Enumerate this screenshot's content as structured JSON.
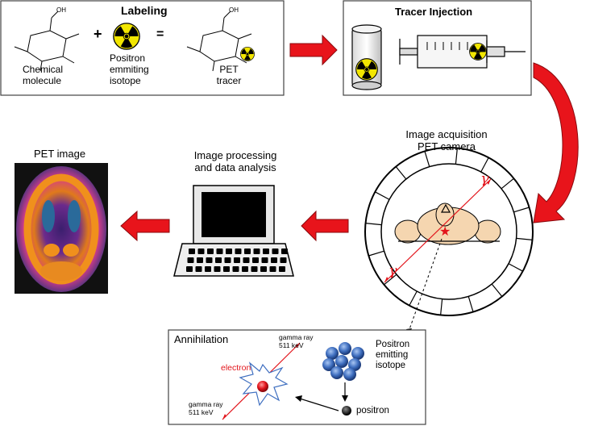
{
  "labeling": {
    "title": "Labeling",
    "plus": "+",
    "equals": "=",
    "chemical_line1": "Chemical",
    "chemical_line2": "molecule",
    "isotope_line1": "Positron",
    "isotope_line2": "emmiting",
    "isotope_line3": "isotope",
    "tracer_line1": "PET",
    "tracer_line2": "tracer",
    "oh_label": "OH"
  },
  "injection": {
    "title": "Tracer Injection"
  },
  "acquisition": {
    "title_line1": "Image acquisition",
    "title_line2": "PET camera",
    "gamma_symbol": "γ"
  },
  "processing": {
    "title_line1": "Image processing",
    "title_line2": "and data analysis"
  },
  "pet_image": {
    "title": "PET image"
  },
  "annihilation": {
    "title": "Annihilation",
    "gamma_top_line1": "gamma ray",
    "gamma_top_line2": "511 keV",
    "gamma_bottom_line1": "gamma ray",
    "gamma_bottom_line2": "511 keV",
    "electron": "electron",
    "isotope_line1": "Positron",
    "isotope_line2": "emitting",
    "isotope_line3": "isotope",
    "positron": "positron"
  },
  "colors": {
    "arrow_red": "#e8141b",
    "radiation_yellow": "#f2e600",
    "isotope_blue": "#3f6fc0",
    "electron_red": "#e2141b"
  }
}
